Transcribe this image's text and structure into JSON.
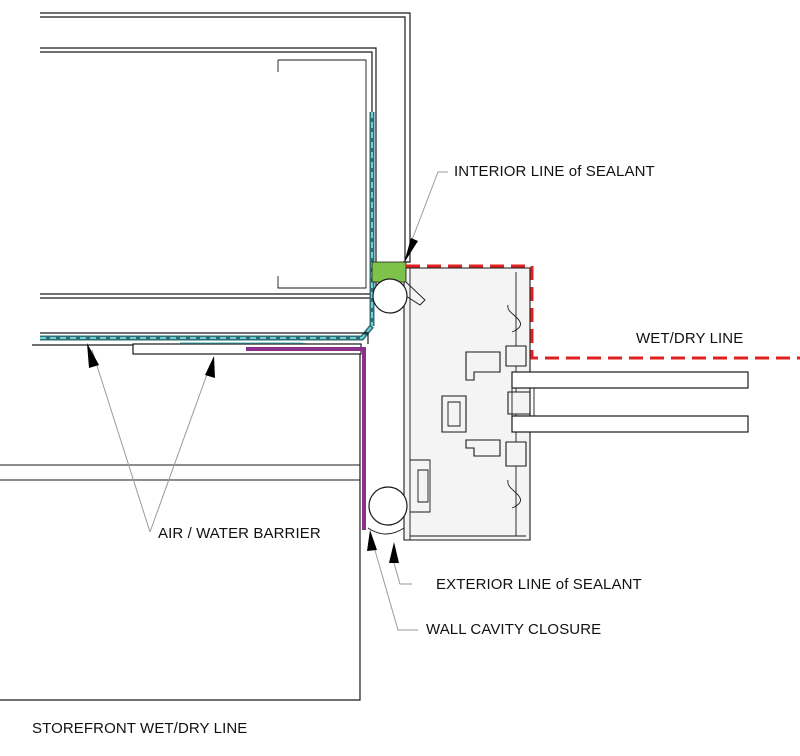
{
  "labels": {
    "interior_sealant": "INTERIOR LINE of SEALANT",
    "wet_dry_line": "WET/DRY LINE",
    "air_water_barrier": "AIR / WATER BARRIER",
    "exterior_sealant": "EXTERIOR LINE of SEALANT",
    "wall_cavity_closure": "WALL CAVITY CLOSURE",
    "title": "STOREFRONT WET/DRY LINE"
  },
  "colors": {
    "wet_dry_line": "#e02020",
    "air_water_barrier": "#6fd0d8",
    "barrier_dark": "#2f6f74",
    "wall_cavity_closure": "#8a2f8a",
    "interior_sealant": "#7dc24a",
    "leader": "#9a9a9a",
    "linework": "#1a1a1a"
  }
}
